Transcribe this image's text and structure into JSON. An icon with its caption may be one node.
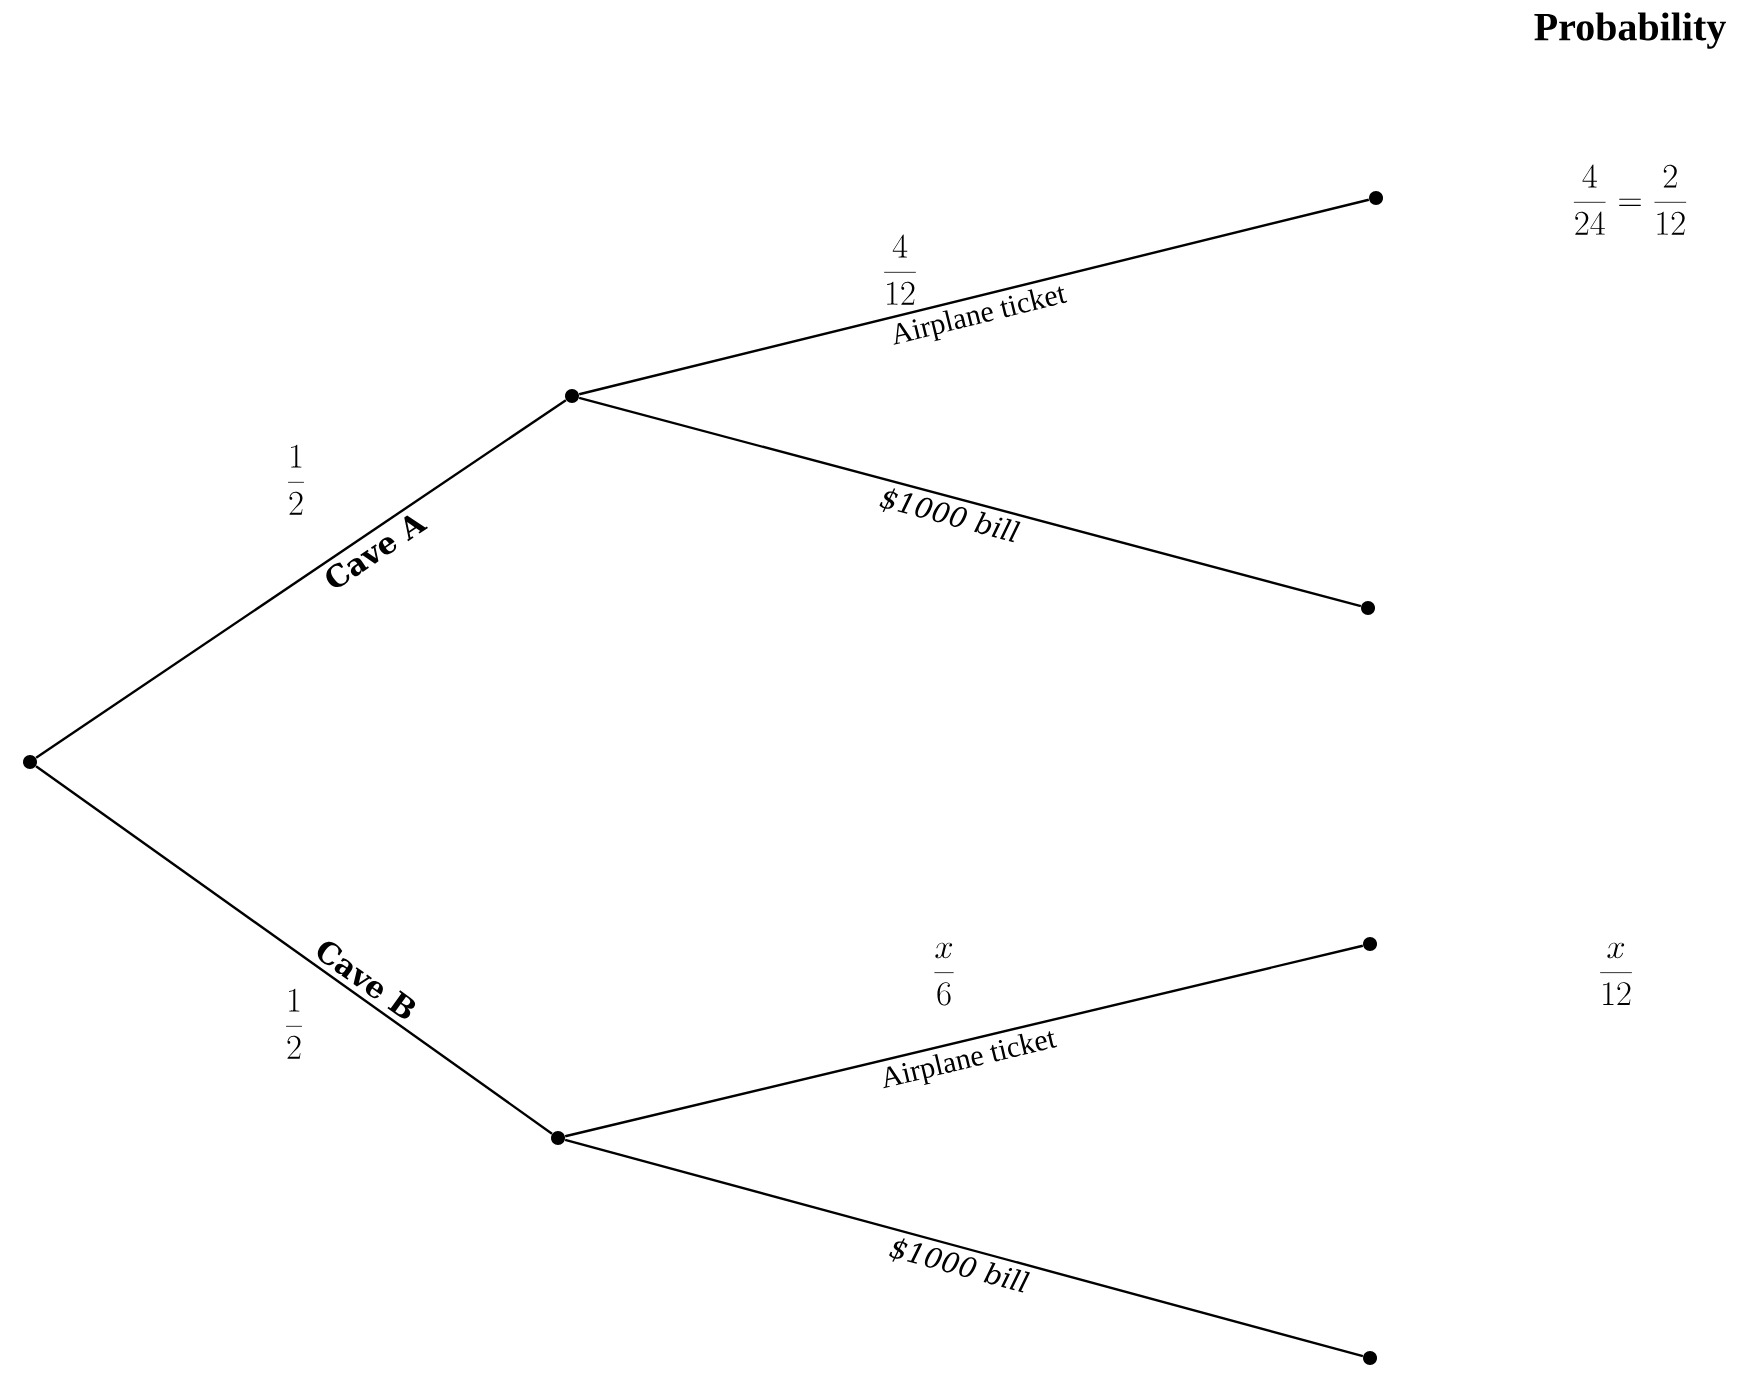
{
  "diagram": {
    "nodes": [
      {
        "text": [],
        "shape": "circle"
      },
      {
        "text": [],
        "shape": "circle"
      },
      {
        "text": [],
        "shape": "circle"
      },
      {
        "text": [],
        "shape": "circle"
      },
      {
        "text": [],
        "shape": "circle"
      },
      {
        "text": [],
        "shape": "circle"
      },
      {
        "text": [],
        "shape": "circle"
      }
    ],
    "edges": [
      {
        "from": 0,
        "to": 1,
        "arrow": "none",
        "label": "Cave A"
      },
      {
        "from": 1,
        "to": 2,
        "arrow": "none",
        "label": "Airplane ticket"
      },
      {
        "from": 1,
        "to": 3,
        "arrow": "none",
        "label": "$1000 bill"
      },
      {
        "from": 0,
        "to": 4,
        "arrow": "none",
        "label": "Cave B"
      },
      {
        "from": 4,
        "to": 5,
        "arrow": "none",
        "label": "Airplane ticket"
      },
      {
        "from": 4,
        "to": 6,
        "arrow": "none",
        "label": "$1000 bill"
      }
    ],
    "labels": [
      "Probability",
      "\\frac{4}{24} = \\frac{2}{12}",
      "\\frac{4}{12}",
      "\\frac{1}{2}",
      "\\frac{x}{6}",
      "\\frac{x}{12}",
      "\\frac{1}{2}"
    ]
  }
}
